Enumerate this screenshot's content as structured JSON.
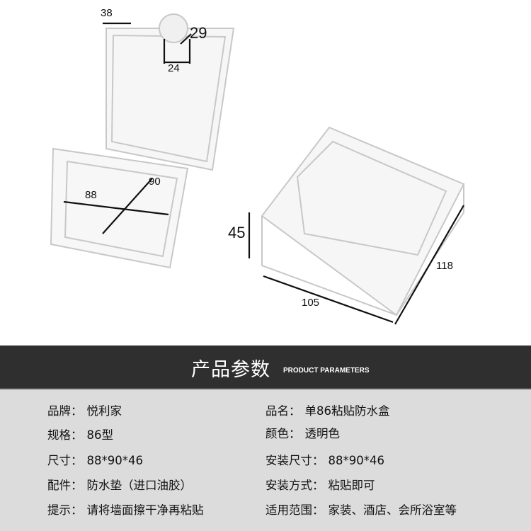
{
  "dimensions": {
    "hinge_width": "38",
    "hinge_gap": "29",
    "hinge_inner": "24",
    "inner_height": "90",
    "inner_width": "88",
    "box_depth": "45",
    "box_height": "118",
    "box_width": "105"
  },
  "header": {
    "title": "产品参数",
    "subtitle": "PRODUCT PARAMETERS"
  },
  "params": [
    {
      "label": "品牌：",
      "value": "悦利家"
    },
    {
      "label": "品名：",
      "value": "单86粘贴防水盒"
    },
    {
      "label": "规格：",
      "value": "86型"
    },
    {
      "label": "颜色：",
      "value": "透明色"
    },
    {
      "label": "尺寸：",
      "value": "88*90*46"
    },
    {
      "label": "安装尺寸：",
      "value": "88*90*46"
    },
    {
      "label": "配件：",
      "value": "防水垫（进口油胶）"
    },
    {
      "label": "安装方式：",
      "value": "粘贴即可"
    },
    {
      "label": "提示：",
      "value": "请将墙面擦干净再粘贴"
    },
    {
      "label": "适用范围：",
      "value": "家装、酒店、会所浴室等"
    }
  ],
  "colors": {
    "band": "#2f2f2f",
    "params_bg": "#dcdcdc"
  }
}
